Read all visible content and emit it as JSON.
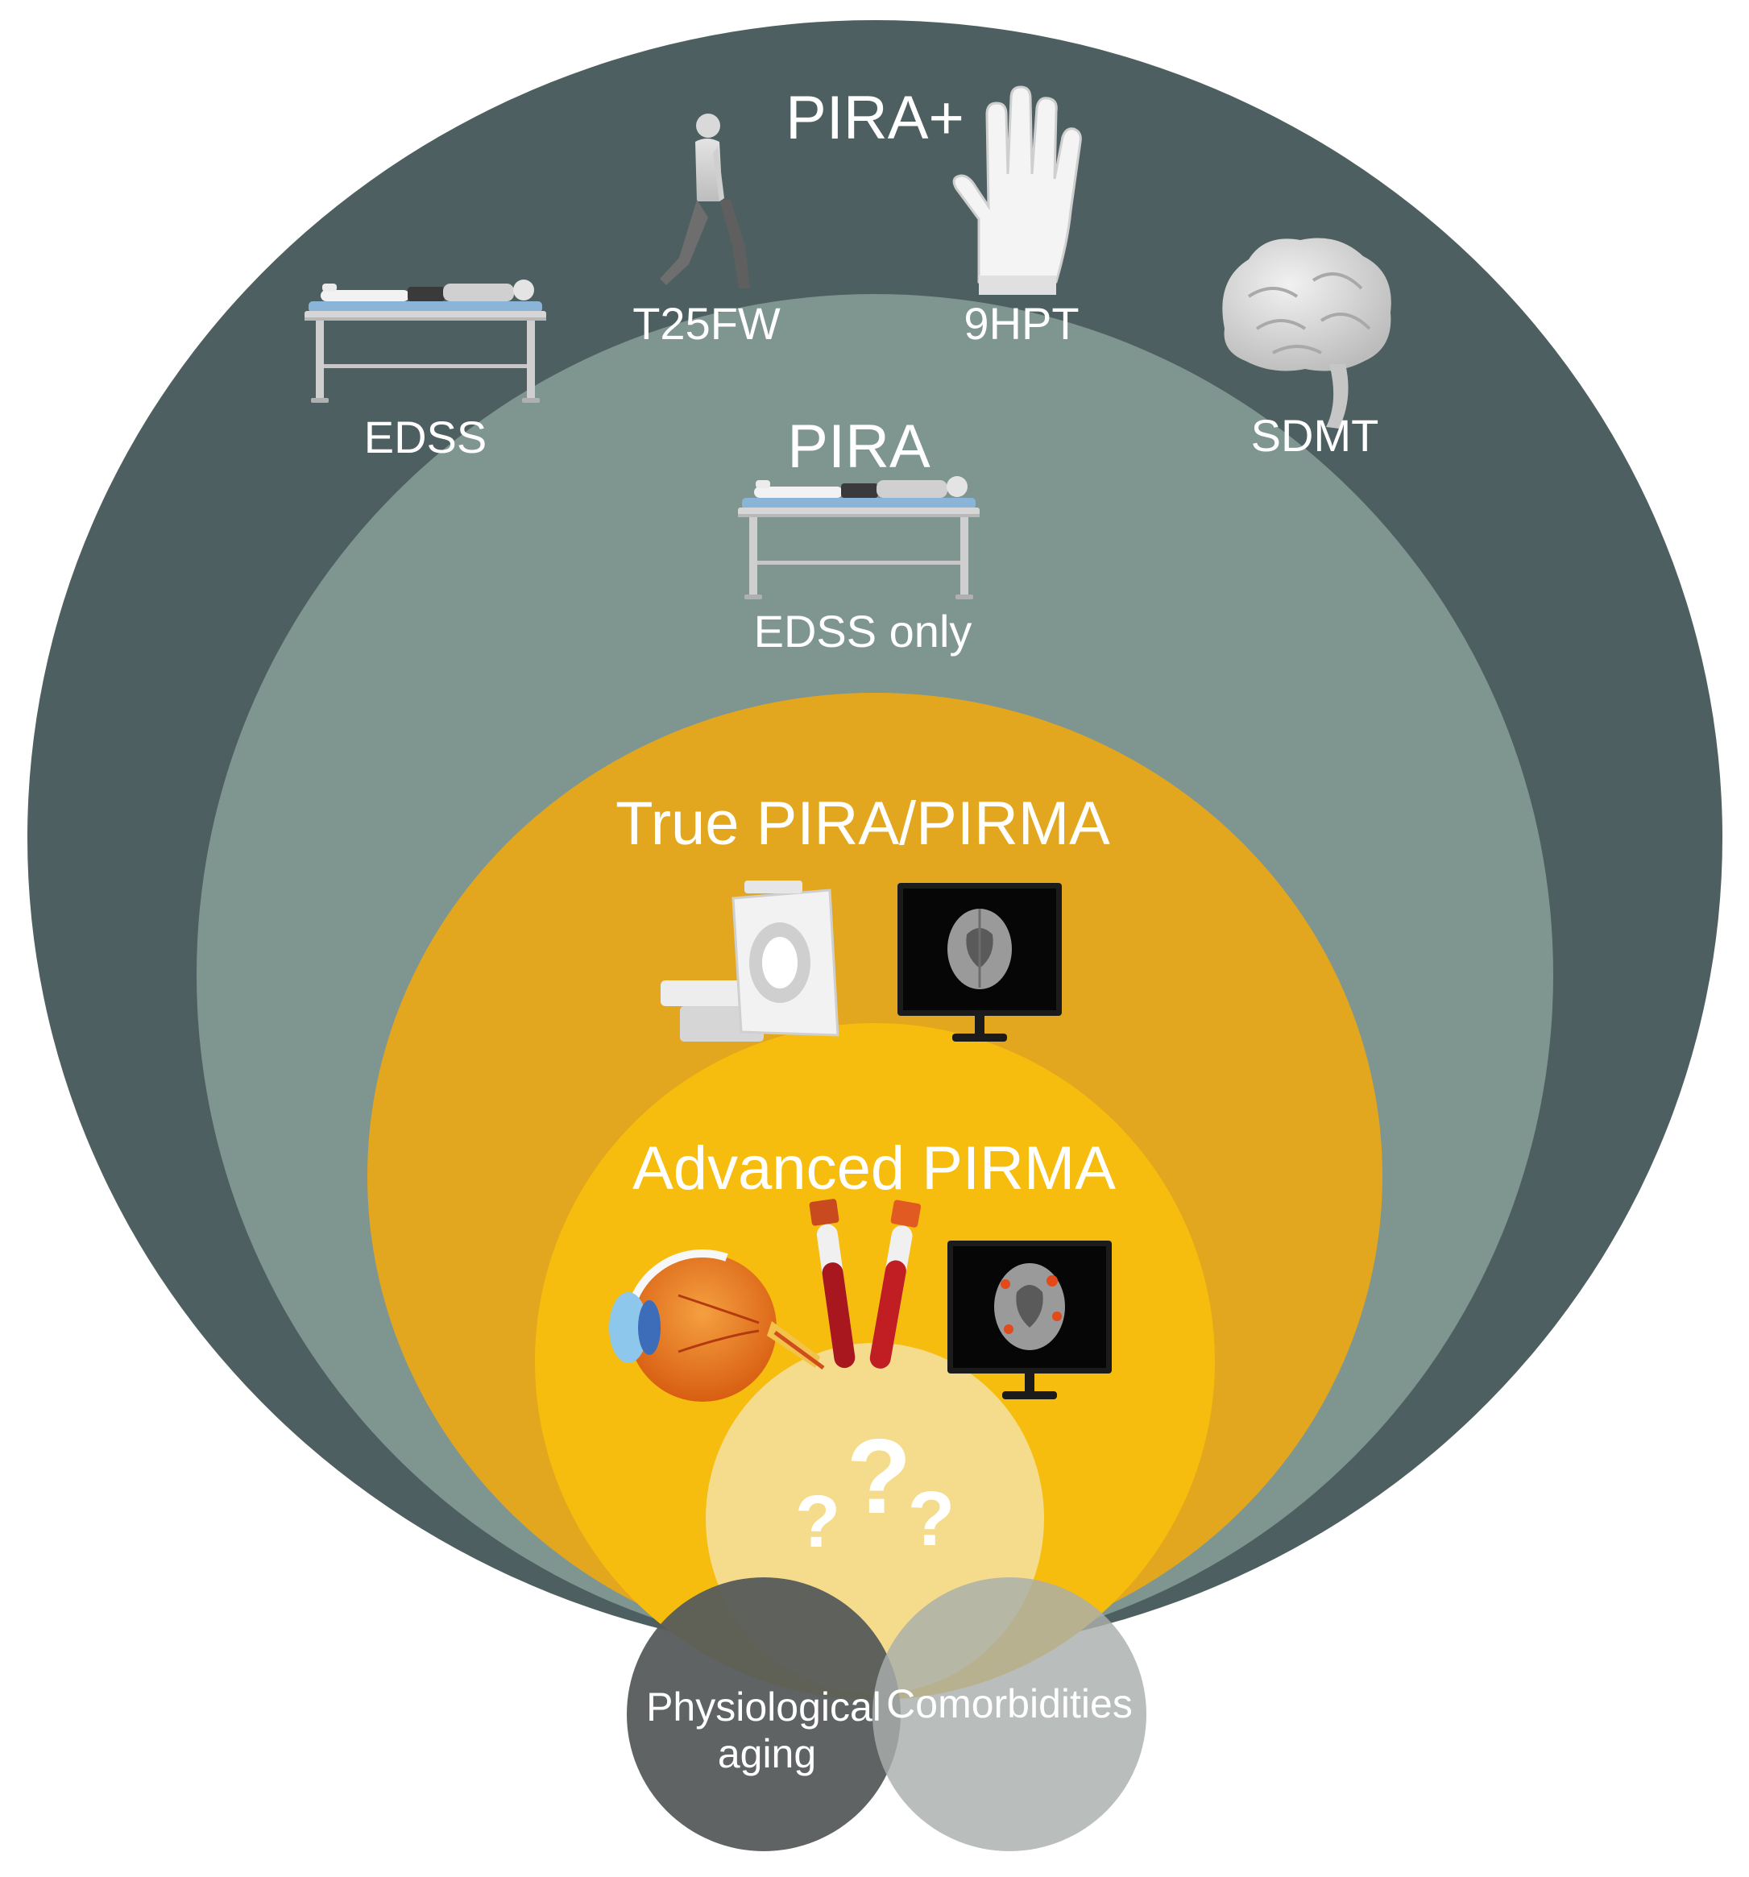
{
  "levels": {
    "pira_plus": {
      "title": "PIRA+",
      "measures": {
        "edss": "EDSS",
        "t25fw": "T25FW",
        "hpt": "9HPT",
        "sdmt": "SDMT"
      }
    },
    "pira": {
      "title": "PIRA",
      "measure": "EDSS only"
    },
    "true_pira": {
      "title": "True PIRA/PIRMA"
    },
    "advanced_pirma": {
      "title": "Advanced PIRMA"
    },
    "unknown": {
      "marks": [
        "?",
        "?",
        "?"
      ]
    }
  },
  "confounders": {
    "aging_line1": "Physiological",
    "aging_line2": "aging",
    "comorbidities": "Comorbidities"
  },
  "icons": [
    "patient-on-table-icon",
    "walking-person-icon",
    "hand-icon",
    "brain-icon",
    "mri-scanner-icon",
    "monitor-brain-scan-icon",
    "eye-icon",
    "blood-tubes-icon",
    "monitor-lesion-scan-icon"
  ],
  "colors": {
    "pira_plus": "#4d5f60",
    "pira": "#7f9690",
    "true_pira": "#e2a71e",
    "advanced_pirma": "#f6bd0f",
    "unknown": "#f5db8c",
    "aging": "#565b5b",
    "comorbidities": "#a9aeac"
  }
}
